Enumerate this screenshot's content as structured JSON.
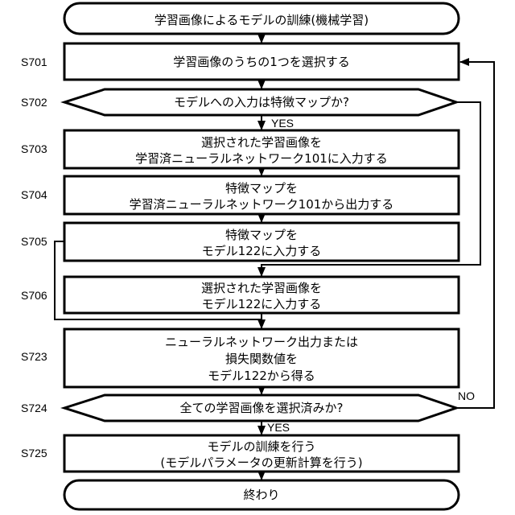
{
  "flowchart": {
    "start": "学習画像によるモデルの訓練(機械学習)",
    "end": "終わり",
    "steps": [
      {
        "id": "S701",
        "lines": [
          "学習画像のうちの1つを選択する"
        ]
      },
      {
        "id": "S702",
        "lines": [
          "モデルへの入力は特徴マップか?"
        ]
      },
      {
        "id": "S703",
        "lines": [
          "選択された学習画像を",
          "学習済ニューラルネットワーク101に入力する"
        ]
      },
      {
        "id": "S704",
        "lines": [
          "特徴マップを",
          "学習済ニューラルネットワーク101から出力する"
        ]
      },
      {
        "id": "S705",
        "lines": [
          "特徴マップを",
          "モデル122に入力する"
        ]
      },
      {
        "id": "S706",
        "lines": [
          "選択された学習画像を",
          "モデル122に入力する"
        ]
      },
      {
        "id": "S723",
        "lines": [
          "ニューラルネットワーク出力または",
          "損失関数値を",
          "モデル122から得る"
        ]
      },
      {
        "id": "S724",
        "lines": [
          "全ての学習画像を選択済みか?"
        ]
      },
      {
        "id": "S725",
        "lines": [
          "モデルの訓練を行う",
          "(モデルパラメータの更新計算を行う)"
        ]
      }
    ],
    "branches": {
      "s702_yes": "YES",
      "s724_yes": "YES",
      "s724_no": "NO"
    }
  }
}
